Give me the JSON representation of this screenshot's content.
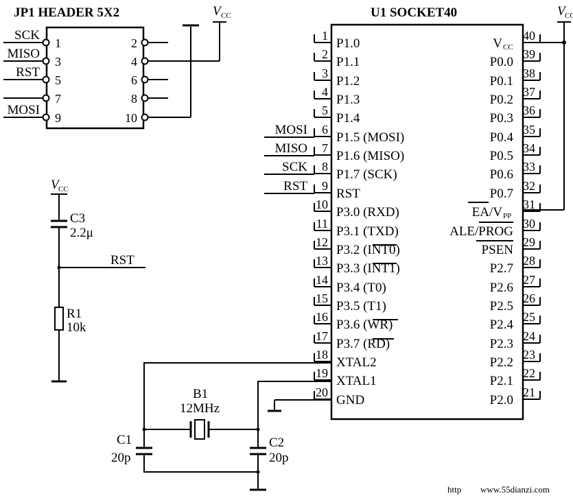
{
  "header": {
    "title": "JP1 HEADER 5X2",
    "left_pins": [
      {
        "num": "1",
        "net": "SCK"
      },
      {
        "num": "3",
        "net": "MISO"
      },
      {
        "num": "5",
        "net": "RST"
      },
      {
        "num": "7",
        "net": ""
      },
      {
        "num": "9",
        "net": "MOSI"
      }
    ],
    "right_pins": [
      "2",
      "4",
      "6",
      "8",
      "10"
    ],
    "vcc": "V",
    "vcc_sub": "CC"
  },
  "chip": {
    "title": "U1 SOCKET40",
    "left_pins": [
      {
        "num": "1",
        "name": "P1.0",
        "net": ""
      },
      {
        "num": "2",
        "name": "P1.1",
        "net": ""
      },
      {
        "num": "3",
        "name": "P1.2",
        "net": ""
      },
      {
        "num": "4",
        "name": "P1.3",
        "net": ""
      },
      {
        "num": "5",
        "name": "P1.4",
        "net": ""
      },
      {
        "num": "6",
        "name": "P1.5 (MOSI)",
        "net": "MOSI"
      },
      {
        "num": "7",
        "name": "P1.6 (MISO)",
        "net": "MISO"
      },
      {
        "num": "8",
        "name": "P1.7 (SCK)",
        "net": "SCK"
      },
      {
        "num": "9",
        "name": "RST",
        "net": "RST"
      },
      {
        "num": "10",
        "name": "P3.0 (RXD)",
        "net": ""
      },
      {
        "num": "11",
        "name": "P3.1 (TXD)",
        "net": ""
      },
      {
        "num": "12",
        "name": "P3.2 (INT0)",
        "net": ""
      },
      {
        "num": "13",
        "name": "P3.3 (INT1)",
        "net": ""
      },
      {
        "num": "14",
        "name": "P3.4 (T0)",
        "net": ""
      },
      {
        "num": "15",
        "name": "P3.5 (T1)",
        "net": ""
      },
      {
        "num": "16",
        "name": "P3.6 (WR)",
        "net": ""
      },
      {
        "num": "17",
        "name": "P3.7 (RD)",
        "net": ""
      },
      {
        "num": "18",
        "name": "XTAL2",
        "net": ""
      },
      {
        "num": "19",
        "name": "XTAL1",
        "net": ""
      },
      {
        "num": "20",
        "name": "GND",
        "net": ""
      }
    ],
    "right_pins": [
      {
        "num": "40",
        "name": "V",
        "sub": "CC"
      },
      {
        "num": "39",
        "name": "P0.0",
        "sub": ""
      },
      {
        "num": "38",
        "name": "P0.1",
        "sub": ""
      },
      {
        "num": "37",
        "name": "P0.2",
        "sub": ""
      },
      {
        "num": "36",
        "name": "P0.3",
        "sub": ""
      },
      {
        "num": "35",
        "name": "P0.4",
        "sub": ""
      },
      {
        "num": "34",
        "name": "P0.5",
        "sub": ""
      },
      {
        "num": "33",
        "name": "P0.6",
        "sub": ""
      },
      {
        "num": "32",
        "name": "P0.7",
        "sub": ""
      },
      {
        "num": "31",
        "name": "EA/V",
        "sub": "PP"
      },
      {
        "num": "30",
        "name": "ALE/PROG",
        "sub": ""
      },
      {
        "num": "29",
        "name": "PSEN",
        "sub": ""
      },
      {
        "num": "28",
        "name": "P2.7",
        "sub": ""
      },
      {
        "num": "27",
        "name": "P2.6",
        "sub": ""
      },
      {
        "num": "26",
        "name": "P2.5",
        "sub": ""
      },
      {
        "num": "25",
        "name": "P2.4",
        "sub": ""
      },
      {
        "num": "24",
        "name": "P2.3",
        "sub": ""
      },
      {
        "num": "23",
        "name": "P2.2",
        "sub": ""
      },
      {
        "num": "22",
        "name": "P2.1",
        "sub": ""
      },
      {
        "num": "21",
        "name": "P2.0",
        "sub": ""
      }
    ],
    "vcc": "V",
    "vcc_sub": "CC"
  },
  "reset_circuit": {
    "vcc": "V",
    "vcc_sub": "CC",
    "cap_ref": "C3",
    "cap_value": "2.2μ",
    "net": "RST",
    "res_ref": "R1",
    "res_value": "10k"
  },
  "crystal": {
    "ref": "B1",
    "value": "12MHz",
    "cap1_ref": "C1",
    "cap1_value": "20p",
    "cap2_ref": "C2",
    "cap2_value": "20p"
  },
  "watermark": {
    "prefix": "http",
    "site": "www.55dianzi.com"
  }
}
